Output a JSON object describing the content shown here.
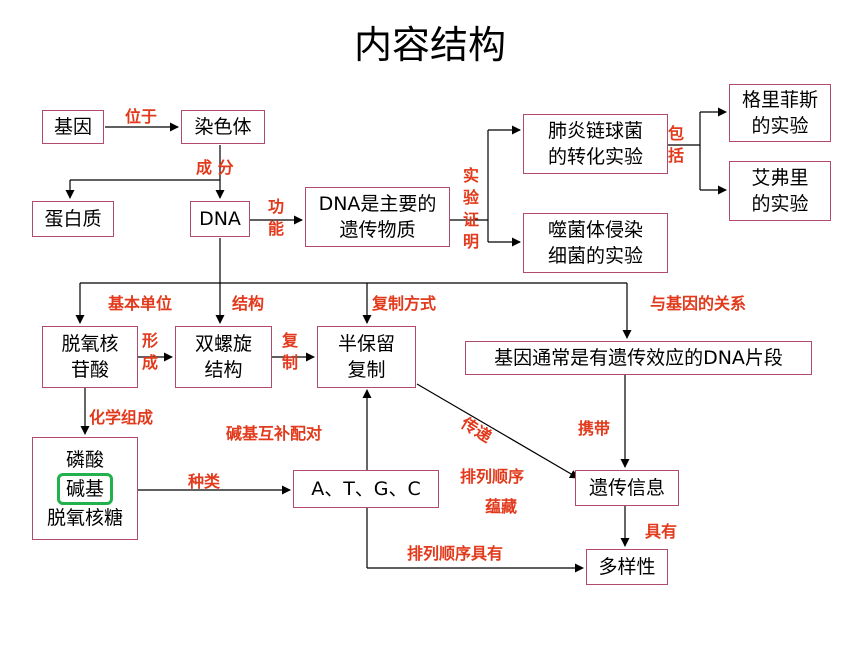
{
  "title": "内容结构",
  "nodes": {
    "jiyin": "基因",
    "ransheti": "染色体",
    "danbaizhi": "蛋白质",
    "dna": "DNA",
    "dna_main": "DNA是主要的\n遗传物质",
    "feiyan": "肺炎链球菌\n的转化实验",
    "griffith": "格里菲斯\n的实验",
    "avery": "艾弗里\n的实验",
    "shijun": "噬菌体侵染\n细菌的实验",
    "tuoyang": "脱氧核\n苷酸",
    "shuangluoxuan": "双螺旋\n结构",
    "banbaoliu": "半保留\n复制",
    "jiyin_tongchang": "基因通常是有遗传效应的DNA片段",
    "linsuan": "磷酸",
    "jianji": "碱基",
    "tuoyang_tang": "脱氧核糖",
    "atgc": "A、T、G、C",
    "yichuan_xinxi": "遗传信息",
    "duoyangxing": "多样性"
  },
  "labels": {
    "weiyu": "位于",
    "chengfen": "成 分",
    "gongneng": "功能",
    "shiyan_zhengming": "实验证明",
    "baokuo": "包括",
    "jiben_danwei": "基本单位",
    "jiegou": "结构",
    "fuzhi_fangshi": "复制方式",
    "yu_jiyin": "与基因的关系",
    "xingcheng": "形成",
    "fuzhi": "复制",
    "huaxue_zucheng": "化学组成",
    "jianji_hubu": "碱基互补配对",
    "chuandi": "传递",
    "xiedai": "携带",
    "zhonglei": "种类",
    "pailie_yuncang_1": "排列顺序",
    "pailie_yuncang_2": "蕴藏",
    "juyou": "具有",
    "pailie_juyou": "排列顺序具有"
  },
  "colors": {
    "box_border": "#b24a6a",
    "label": "#e23a1c",
    "highlight": "#22b14c",
    "line": "#000000"
  }
}
